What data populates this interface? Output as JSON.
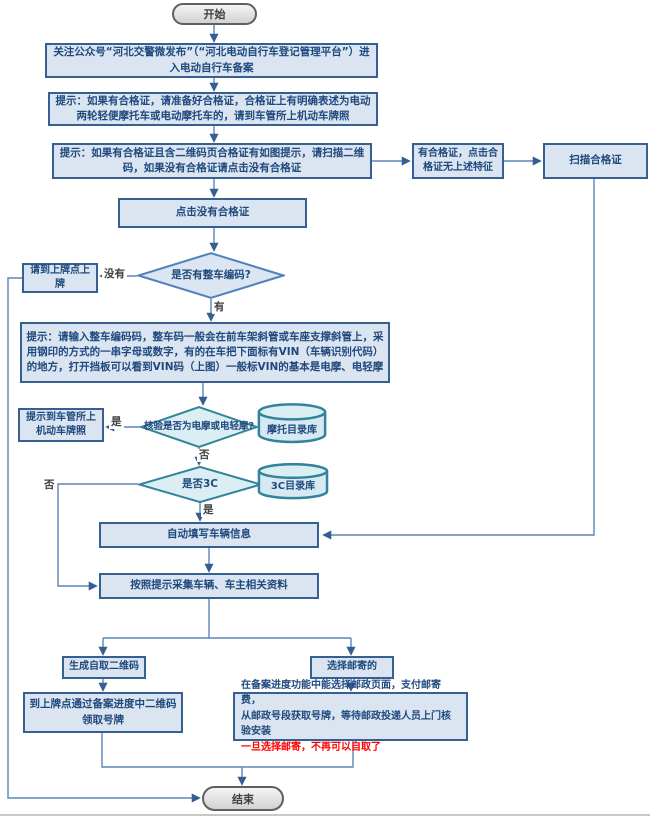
{
  "diagram": {
    "nodes": {
      "start": "开始",
      "follow_account": "关注公众号“河北交警微发布”（“河北电动自行车登记管理平台”）进入电动自行车备案",
      "tip_has_cert": "提示：如果有合格证，请准备好合格证，合格证上有明确表述为电动两轮轻便摩托车或电动摩托车的，请到车管所上机动车牌照",
      "tip_qr_cert": "提示：如果有合格证且含二维码页合格证有如图提示，请扫描二维码，如果没有合格证请点击没有合格证",
      "has_cert_no_feature": "有合格证，点击合格证无上述特征",
      "scan_cert": "扫描合格证",
      "click_no_cert": "点击没有合格证",
      "decision_vehicle_code": "是否有整车编码?",
      "go_plate_point": "请到上牌点上牌",
      "tip_input_code": "提示：请输入整车编码码，整车码一般会在前车架斜管或车座支撑斜管上，采用钢印的方式的一串字母或数字，有的在车把下面标有VIN（车辆识别代码）的地方，打开挡板可以看到VIN码（上图）一般标VIN的基本是电摩、电轻摩",
      "decision_moto": "核验是否为电摩或电轻摩?",
      "db_moto": "摩托目录库",
      "tip_dmv_plate": "提示到车管所上机动车牌照",
      "decision_3c": "是否3C",
      "db_3c": "3C目录库",
      "auto_fill": "自动填写车辆信息",
      "collect_info": "按照提示采集车辆、车主相关资料",
      "self_qr": "生成自取二维码",
      "choose_mail": "选择邮寄的",
      "pickup_plate": "到上牌点通过备案进度中二维码领取号牌",
      "postal_line1": "在备案进度功能中能选择邮政页面，支付邮寄费，",
      "postal_line2": "从邮政号段获取号牌，等待邮政投递人员上门核验安装",
      "postal_line3_red": "一旦选择邮寄，不再可以自取了",
      "end": "结束"
    },
    "edge_labels": {
      "no_have": "没有",
      "have": "有",
      "yes_moto": "是",
      "no_moto": "否",
      "no_3c": "否",
      "yes_3c": "是"
    },
    "colors": {
      "box_fill": "#dbe5f1",
      "box_border": "#376092",
      "box_text": "#1f497d",
      "decision1_border": "#4f81bd",
      "teal_border": "#31849b",
      "teal_fill": "#daeef3",
      "line": "#5b87b5",
      "arrowhead": "#365f91",
      "terminal_border": "#5f5f5f",
      "terminal_fill": "#e3e3e3",
      "red_text": "#ff0000"
    }
  }
}
